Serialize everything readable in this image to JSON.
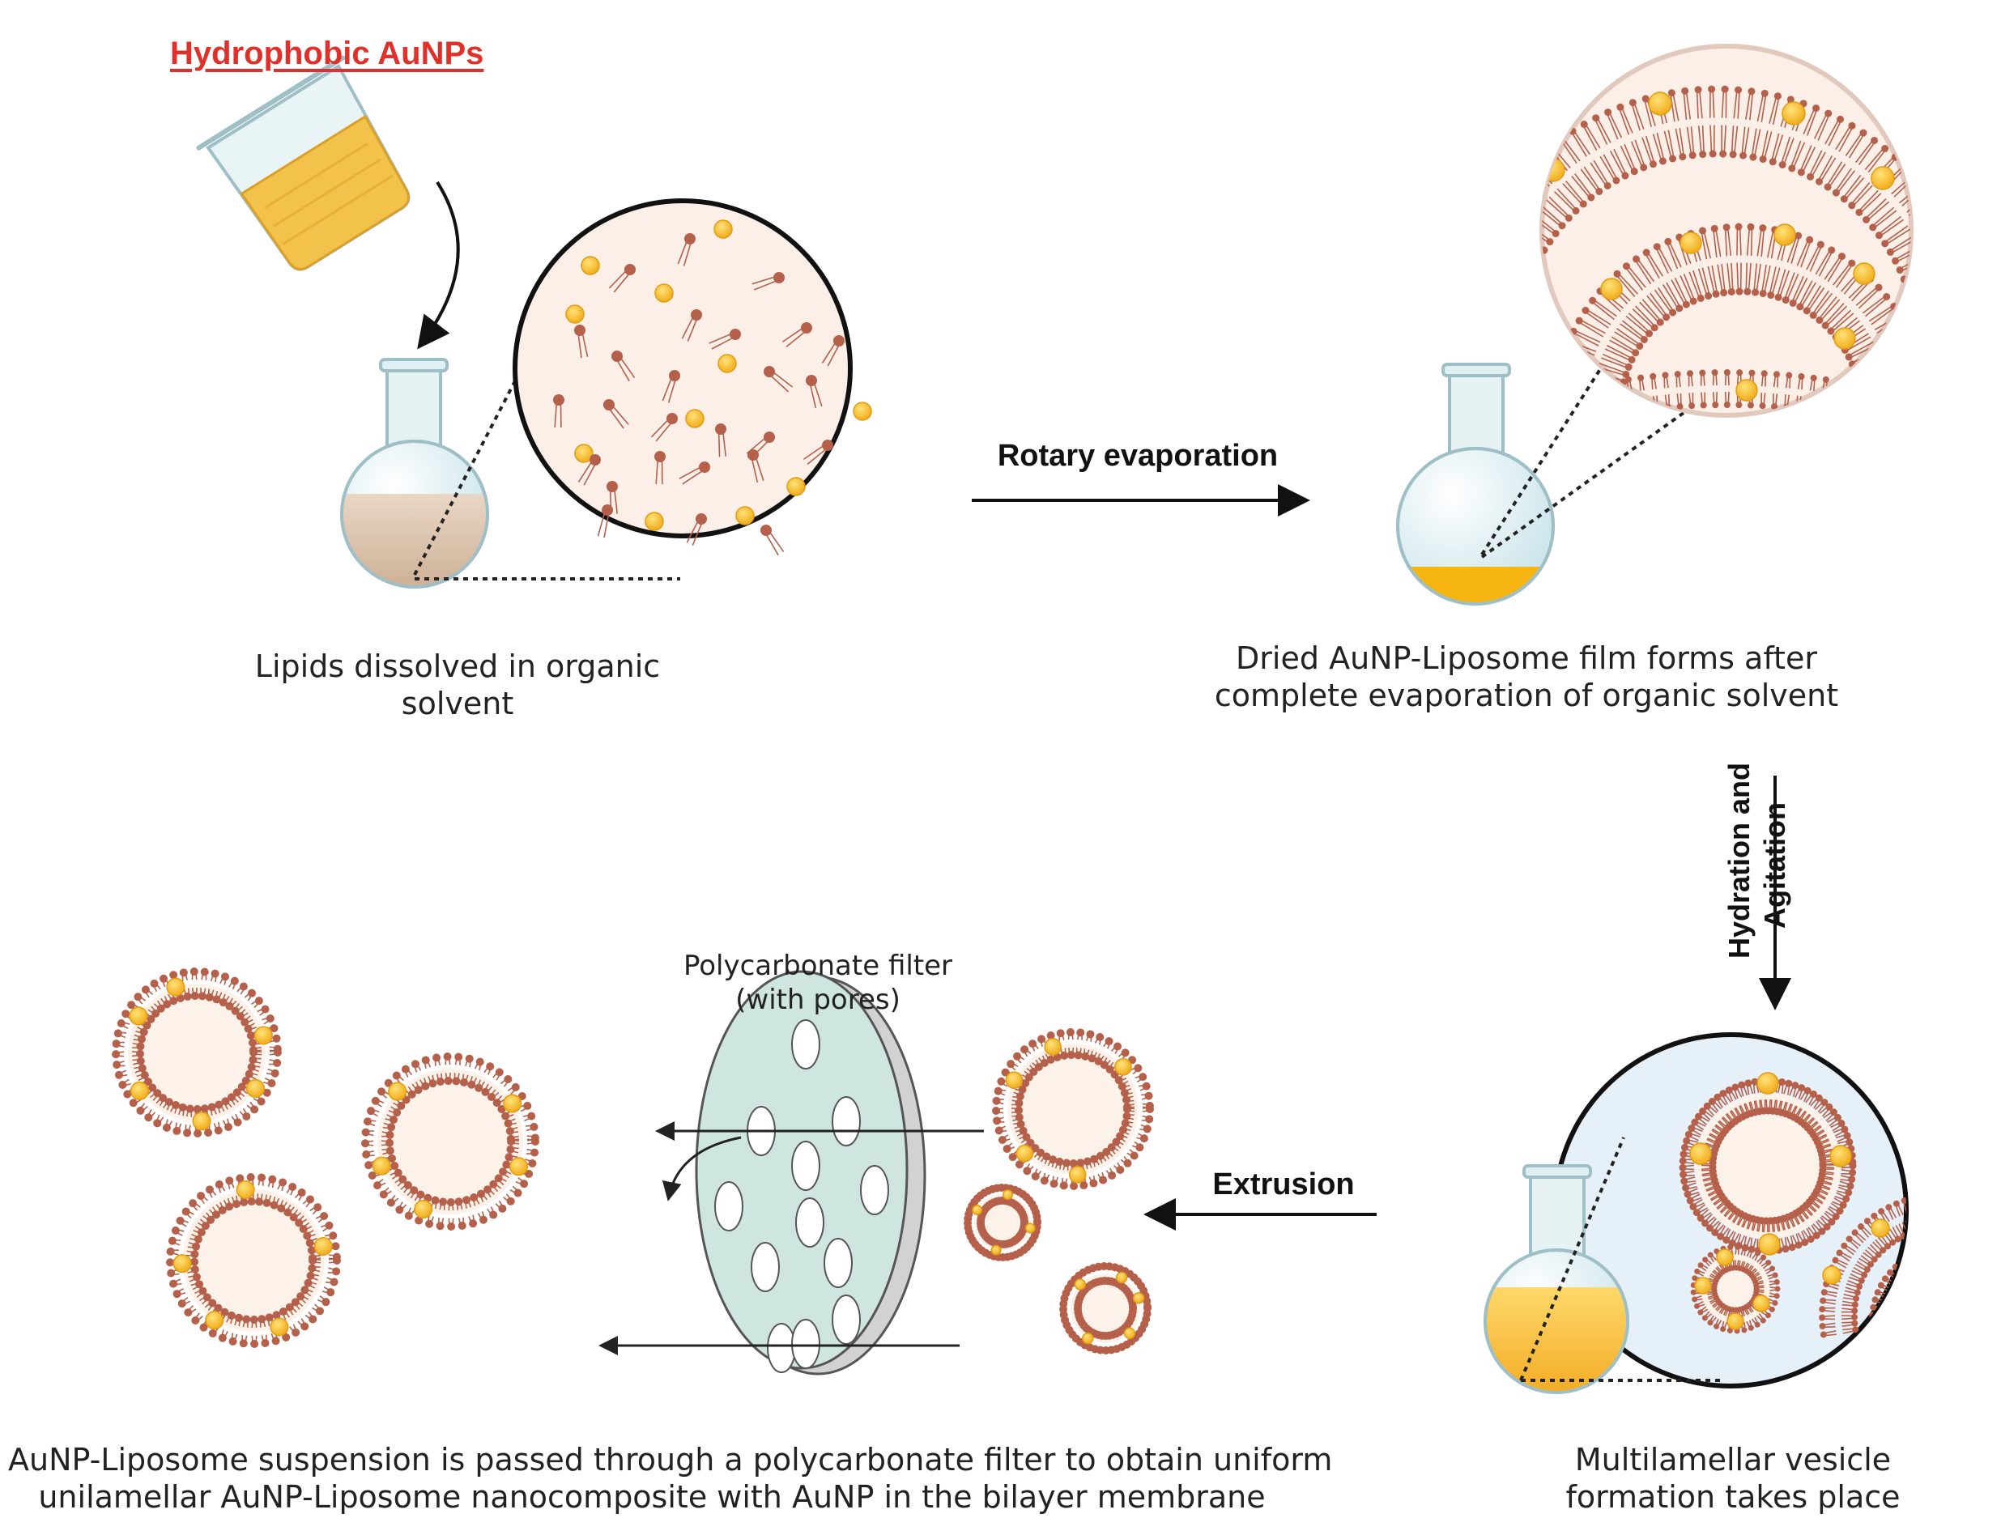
{
  "title": "Hydrophobic AuNPs",
  "steps": {
    "rotary": "Rotary evaporation",
    "hydration": [
      "Hydration and",
      "Agitation"
    ],
    "extrusion": "Extrusion"
  },
  "captions": {
    "lipids": [
      "Lipids dissolved in organic",
      "solvent"
    ],
    "film": [
      "Dried AuNP-Liposome  film forms after",
      "complete evaporation of organic solvent"
    ],
    "filter": [
      "Polycarbonate filter",
      "(with pores)"
    ],
    "multilamellar": [
      "Multilamellar vesicle",
      "formation takes place"
    ],
    "final": [
      "AuNP-Liposome suspension is passed through a polycarbonate filter to obtain uniform",
      "unilamellar AuNP-Liposome nanocomposite with AuNP in the bilayer membrane"
    ]
  },
  "colors": {
    "gold": "#f5b82e",
    "gold_light": "#f7cf5a",
    "lipid": "#b5604a",
    "red_title": "#e0302a",
    "filter": "#cfe6e0"
  }
}
